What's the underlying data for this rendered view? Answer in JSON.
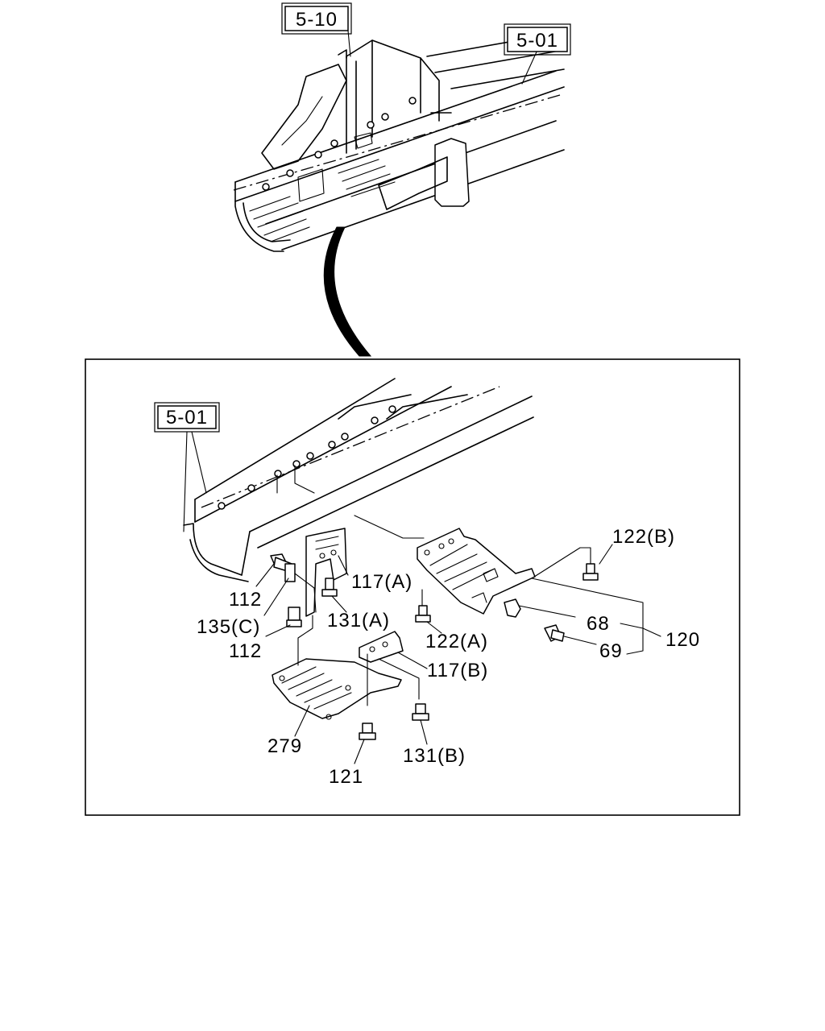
{
  "refs": {
    "ref_5_10": "5-10",
    "ref_5_01_top": "5-01",
    "ref_5_01_detail": "5-01"
  },
  "labels": {
    "p112_a": "112",
    "p135c": "135(C)",
    "p112_b": "112",
    "p117a": "117(A)",
    "p131a": "131(A)",
    "p122a": "122(A)",
    "p122b": "122(B)",
    "p117b": "117(B)",
    "p68": "68",
    "p69": "69",
    "p120": "120",
    "p279": "279",
    "p131b": "131(B)",
    "p121": "121"
  }
}
